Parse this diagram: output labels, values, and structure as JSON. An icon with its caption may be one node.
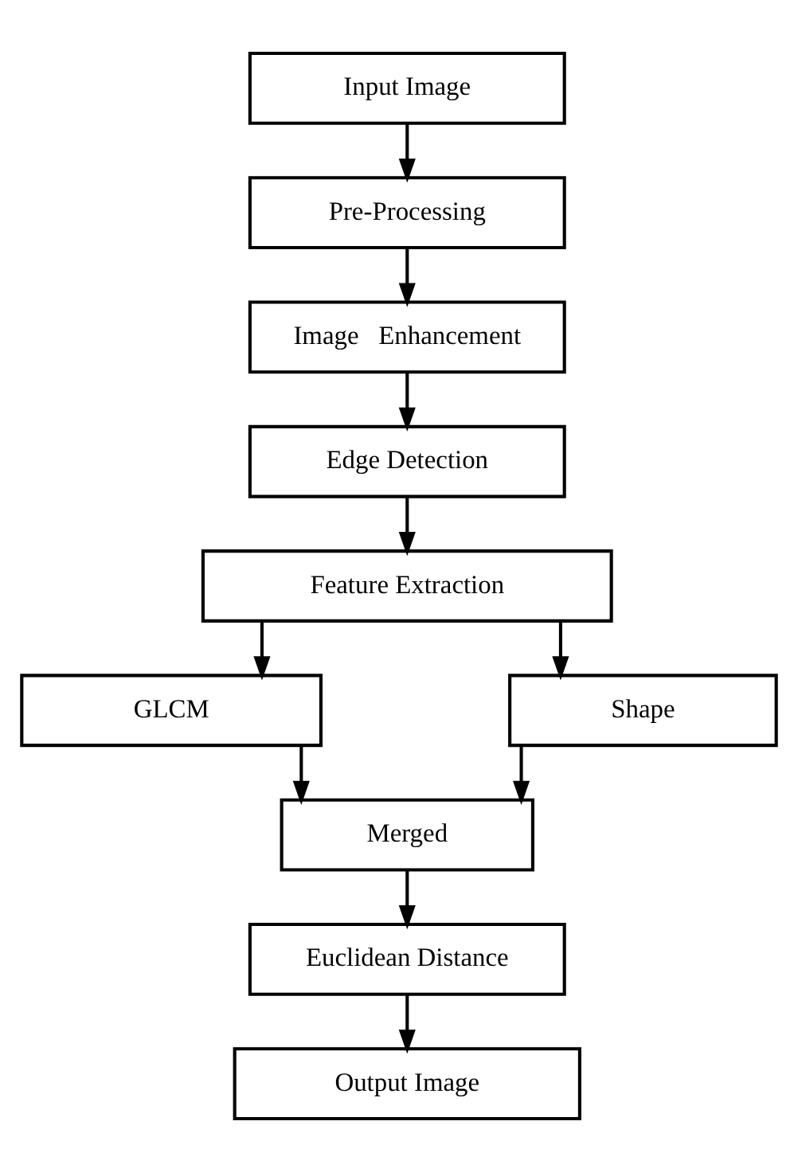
{
  "diagram": {
    "nodes": [
      {
        "text": [
          "Input Image"
        ]
      },
      {
        "text": [
          "Pre-Processing"
        ]
      },
      {
        "text": [
          "Image   Enhancement"
        ]
      },
      {
        "text": [
          "Edge Detection"
        ]
      },
      {
        "text": [
          "Feature Extraction"
        ]
      },
      {
        "text": [
          "GLCM"
        ]
      },
      {
        "text": [
          "Shape"
        ]
      },
      {
        "text": [
          "Merged"
        ]
      },
      {
        "text": [
          "Euclidean Distance"
        ]
      },
      {
        "text": [
          "Output Image"
        ]
      }
    ],
    "edges": [
      {
        "from": 0,
        "to": 1,
        "arrow": "to"
      },
      {
        "from": 1,
        "to": 2,
        "arrow": "to"
      },
      {
        "from": 2,
        "to": 3,
        "arrow": "to"
      },
      {
        "from": 3,
        "to": 4,
        "arrow": "to"
      },
      {
        "from": 4,
        "to": 5,
        "arrow": "to"
      },
      {
        "from": 4,
        "to": 6,
        "arrow": "to"
      },
      {
        "from": 5,
        "to": 7,
        "arrow": "to"
      },
      {
        "from": 6,
        "to": 7,
        "arrow": "to"
      },
      {
        "from": 7,
        "to": 8,
        "arrow": "to"
      },
      {
        "from": 8,
        "to": 9,
        "arrow": "to"
      }
    ]
  }
}
